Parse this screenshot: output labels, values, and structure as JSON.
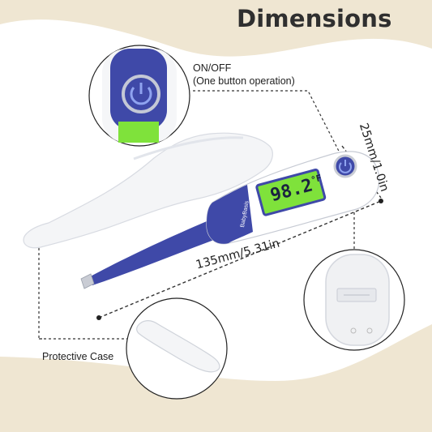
{
  "title": "Dimensions",
  "callouts": {
    "power_line1": "ON/OFF",
    "power_line2": "(One button operation)",
    "case": "Protective Case"
  },
  "dimensions": {
    "length": "135mm/5.31in",
    "width": "25mm/1.0in"
  },
  "device": {
    "display": "98.2",
    "unit": "°F",
    "brand": "BabyBasis"
  },
  "colors": {
    "background_wave": "#efe6d2",
    "device_blue": "#3f49a8",
    "display_green": "#7fe23b",
    "case_white": "#f4f5f7"
  }
}
